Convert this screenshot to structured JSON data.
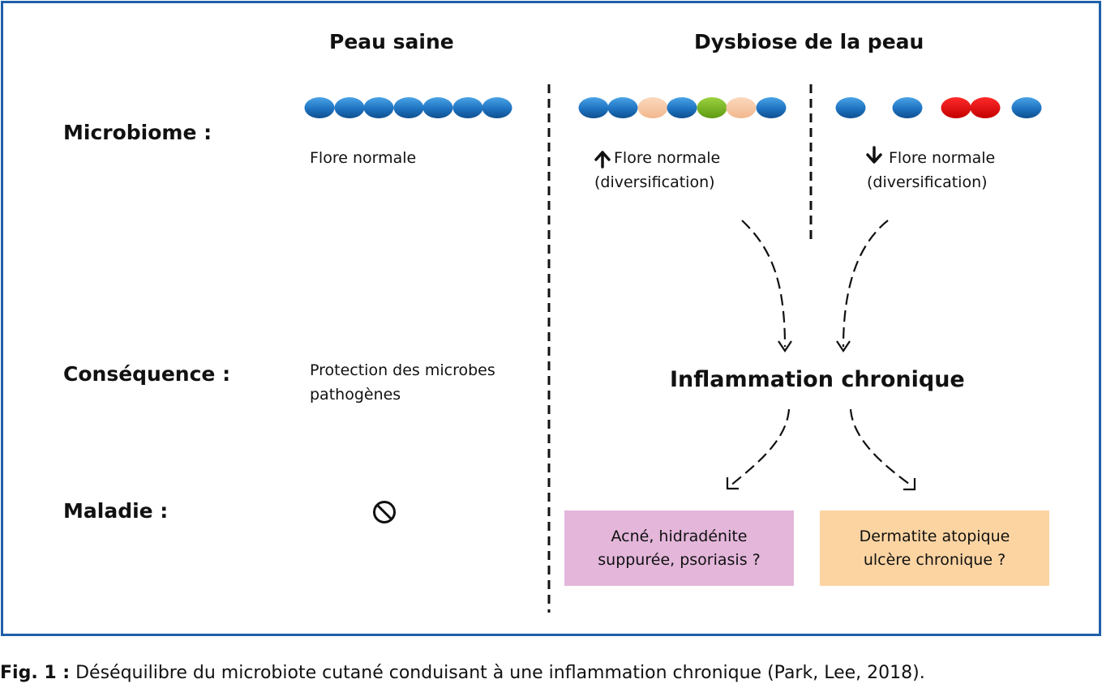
{
  "headings": {
    "healthy": "Peau saine",
    "dysbiosis": "Dysbiose de la peau"
  },
  "row_labels": {
    "microbiome": "Microbiome :",
    "consequence": "Conséquence :",
    "disease": "Maladie :"
  },
  "healthy": {
    "microbiome_text": "Flore normale",
    "consequence_line1": "Protection des microbes",
    "consequence_line2": "pathogènes",
    "disease_icon": "prohibited-icon"
  },
  "dysbiosis_increase": {
    "arrow_icon": "arrow-up-icon",
    "line1": "Flore normale",
    "line2": "(diversification)"
  },
  "dysbiosis_decrease": {
    "arrow_icon": "arrow-down-icon",
    "line1": "Flore normale",
    "line2": "(diversification)"
  },
  "inflammation": "Inflammation chronique",
  "outcomes": [
    {
      "line1": "Acné, hidradénite",
      "line2": "suppurée, psoriasis ?",
      "color": "#e3b6da"
    },
    {
      "line1": "Dermatite atopique",
      "line2": "ulcère chronique ?",
      "color": "#fcd4a2"
    }
  ],
  "bacteria_colors": {
    "blue": "#1e73c0",
    "peach": "#f7c6a0",
    "green": "#7bb82a",
    "red": "#e01010"
  },
  "bacteria_rows": {
    "healthy": [
      "blue",
      "blue",
      "blue",
      "blue",
      "blue",
      "blue",
      "blue"
    ],
    "dysbiosis_increase": [
      "blue",
      "blue",
      "peach",
      "blue",
      "green",
      "peach",
      "blue"
    ],
    "dysbiosis_decrease": [
      "blue",
      "blue",
      "red",
      "red",
      "blue"
    ]
  },
  "frame_color": "#1f5fa8",
  "caption": {
    "label": "Fig. 1 :",
    "text": " Déséquilibre du microbiote cutané conduisant à une inflammation chronique (Park, Lee, 2018)."
  }
}
